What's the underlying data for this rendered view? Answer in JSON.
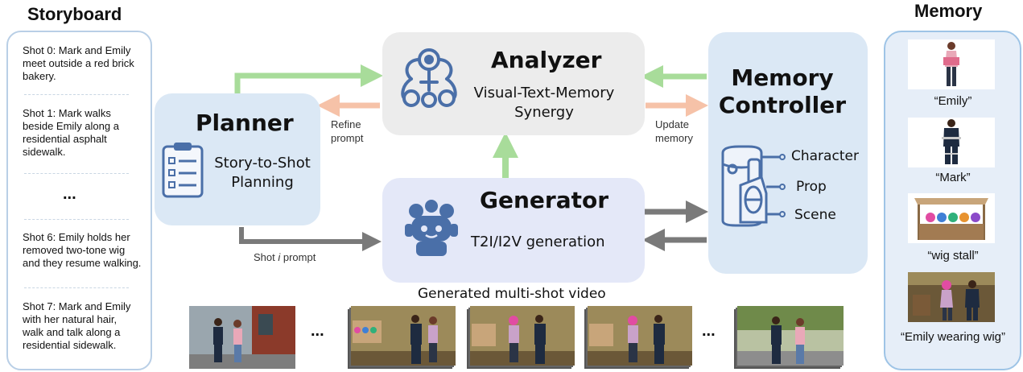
{
  "storyboard": {
    "title": "Storyboard",
    "shots": [
      "Shot 0: Mark and Emily meet outside a red brick bakery.",
      "Shot 1: Mark walks beside Emily along a residential asphalt sidewalk.",
      "Shot 6: Emily holds her removed two-tone wig and they resume walking.",
      "Shot 7: Mark and Emily with her natural hair, walk and talk along a residential sidewalk."
    ],
    "ellipsis": "..."
  },
  "planner": {
    "title": "Planner",
    "subtitle_line1": "Story-to-Shot",
    "subtitle_line2": "Planning"
  },
  "analyzer": {
    "title": "Analyzer",
    "subtitle_line1": "Visual-Text-Memory",
    "subtitle_line2": "Synergy"
  },
  "generator": {
    "title": "Generator",
    "subtitle": "T2I/I2V generation"
  },
  "memory_controller": {
    "title_line1": "Memory",
    "title_line2": "Controller",
    "items": [
      "Character",
      "Prop",
      "Scene"
    ]
  },
  "arrows": {
    "refine_line1": "Refine",
    "refine_line2": "prompt",
    "update_line1": "Update",
    "update_line2": "memory",
    "shot_prompt_prefix": "Shot ",
    "shot_prompt_var": "i",
    "shot_prompt_suffix": " prompt"
  },
  "memory": {
    "title": "Memory",
    "entries": [
      "“Emily”",
      "“Mark”",
      "“wig stall”",
      "“Emily wearing wig”"
    ]
  },
  "video": {
    "caption": "Generated multi-shot video",
    "ellipsis": "..."
  },
  "colors": {
    "green_arrow": "#a8dc9a",
    "orange_arrow": "#f6c2a8",
    "gray_arrow": "#7a7a7a",
    "planner_bg": "#dbe8f5",
    "analyzer_bg": "#ececec",
    "generator_bg": "#e4e8f8",
    "memory_bg": "#dbe8f5",
    "icon_blue": "#4a6fa8"
  }
}
